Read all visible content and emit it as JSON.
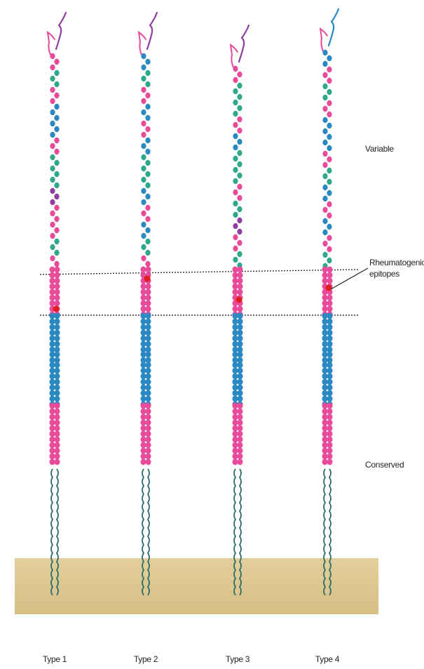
{
  "labels": {
    "variable": "Variable",
    "epitopes": "Rheumatogenic epitopes",
    "conserved": "Conserved"
  },
  "types": [
    "Type 1",
    "Type 2",
    "Type 3",
    "Type 4"
  ],
  "colors": {
    "pink": "#e94a9a",
    "blue": "#2a89c2",
    "teal": "#2fa88c",
    "purple": "#8e3fa0",
    "red_epitope": "#e02020",
    "membrane": "#dcc58e",
    "tail": "#2e6f6a"
  }
}
